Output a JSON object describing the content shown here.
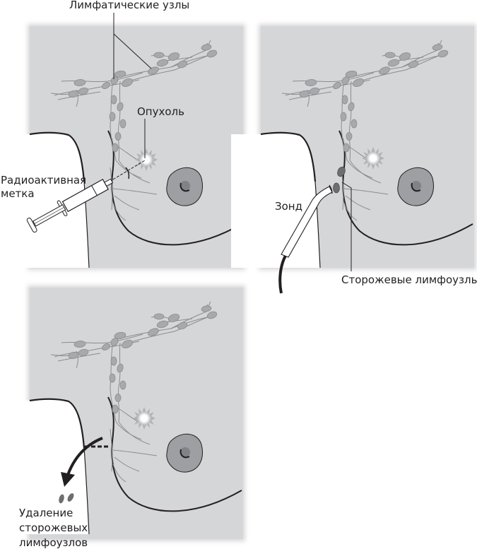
{
  "figure": {
    "panels": [
      {
        "id": "injection",
        "description": "Radioactive tracer injected near tumor"
      },
      {
        "id": "detection",
        "description": "Probe detects sentinel lymph nodes"
      },
      {
        "id": "removal",
        "description": "Removal of sentinel lymph nodes"
      }
    ],
    "labels": {
      "lymph_nodes": "Лимфатические узлы",
      "tumor": "Опухоль",
      "tracer_line1": "Радиоактивная",
      "tracer_line2": "метка",
      "probe": "Зонд",
      "sentinel_nodes": "Сторожевые лимфоузлы",
      "removal_line1": "Удаление",
      "removal_line2": "сторожевых",
      "removal_line3": "лимфоузлов"
    },
    "colors": {
      "panel_bg": "#d5d6d8",
      "node_fill": "#a7a9ac",
      "node_stroke": "#8a8c8f",
      "sentinel_fill": "#6d6e71",
      "outline": "#231f20",
      "areola": "#9d9fa2",
      "nipple": "#808285"
    }
  }
}
